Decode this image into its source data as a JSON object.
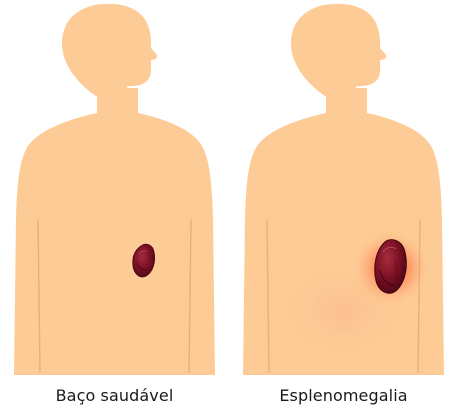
{
  "figures": [
    {
      "caption": "Baço saudável",
      "organ": "normal-spleen",
      "colors": {
        "skin": "#FDCC96",
        "organ": "#7A1024"
      }
    },
    {
      "caption": "Esplenomegalia",
      "organ": "enlarged-spleen",
      "colors": {
        "skin": "#FDCC96",
        "organ": "#7A1024",
        "inflammation": "#FF3A1E"
      }
    }
  ]
}
